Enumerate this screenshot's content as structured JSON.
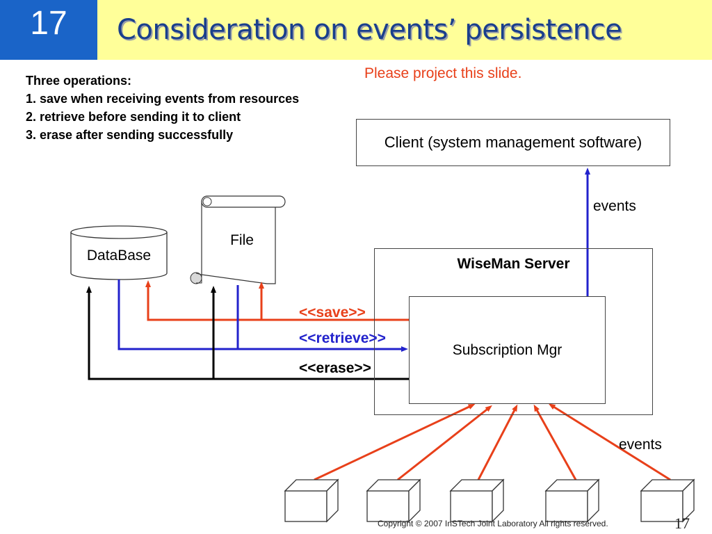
{
  "slide_number": "17",
  "title": "Consideration on events’ persistence",
  "note": "Please project this slide.",
  "operations": {
    "heading": "Three operations:",
    "items": [
      "1. save when receiving events from resources",
      "2. retrieve before sending it to client",
      "3. erase after sending successfully"
    ]
  },
  "diagram": {
    "client": "Client (system management software)",
    "server": "WiseMan Server",
    "subscription_mgr": "Subscription Mgr",
    "database": "DataBase",
    "file": "File",
    "save_label": "<<save>>",
    "retrieve_label": "<<retrieve>>",
    "erase_label": "<<erase>>",
    "events_upper": "events",
    "events_lower": "events"
  },
  "footer": {
    "copyright": "Copyright © 2007 InSTech Joint Laboratory All rights reserved.",
    "page": "17"
  },
  "colors": {
    "save": "#e8401a",
    "retrieve": "#2222cc",
    "erase": "#000000",
    "title_bg": "#ffff99",
    "number_bg": "#1a64c8"
  }
}
